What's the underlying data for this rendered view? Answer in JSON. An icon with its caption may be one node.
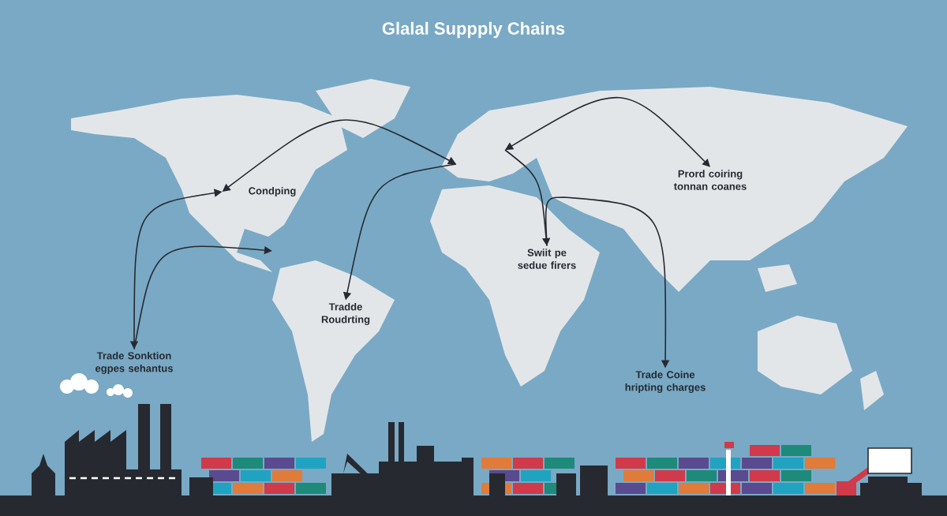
{
  "diagram": {
    "title": "Glalal Suppply Chains",
    "nodes": [
      {
        "text": [
          "Condping"
        ]
      },
      {
        "text": [
          "Tradde Roudrting"
        ]
      },
      {
        "text": [
          "Trade Sonktion egpes sehantus"
        ]
      },
      {
        "text": [
          "Swiit pe sedue firers"
        ]
      },
      {
        "text": [
          "Prord coiring tonnan coanes"
        ]
      },
      {
        "text": [
          "Trade Coine hripting charges"
        ]
      }
    ],
    "edges": [
      {
        "from": 2,
        "to": 0,
        "arrow": "both"
      },
      {
        "from": 2,
        "to": null,
        "arrow": "to"
      },
      {
        "from": null,
        "to": 0,
        "arrow": "both"
      },
      {
        "from": null,
        "to": 1,
        "arrow": "to"
      },
      {
        "from": null,
        "to": 4,
        "arrow": "both"
      },
      {
        "from": null,
        "to": 3,
        "arrow": "to"
      },
      {
        "from": 3,
        "to": 5,
        "arrow": "to"
      }
    ]
  }
}
